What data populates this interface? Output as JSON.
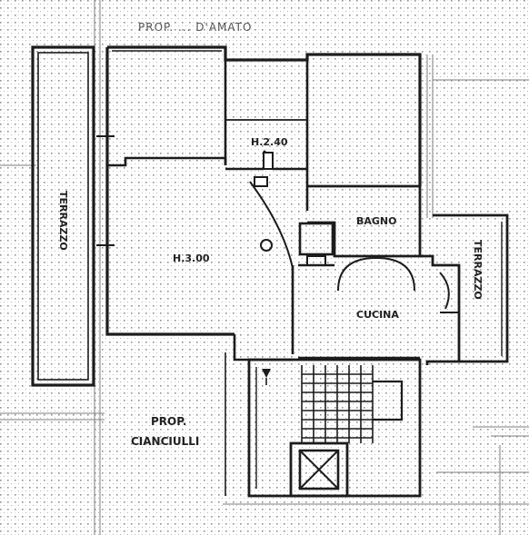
{
  "top_label": "PROP. ... D'AMATO",
  "rooms": {
    "room_small": "H.2.40",
    "room_large": "H.3.00",
    "bathroom": "BAGNO",
    "kitchen": "CUCINA",
    "terrace_left": "TERRAZZO",
    "terrace_right": "TERRAZZO"
  },
  "neighbor": {
    "line1": "PROP.",
    "line2": "CIANCIULLI"
  },
  "colors": {
    "wall": "#1c1c1c",
    "grid": "#8a8a8a",
    "paper": "#ffffff"
  }
}
